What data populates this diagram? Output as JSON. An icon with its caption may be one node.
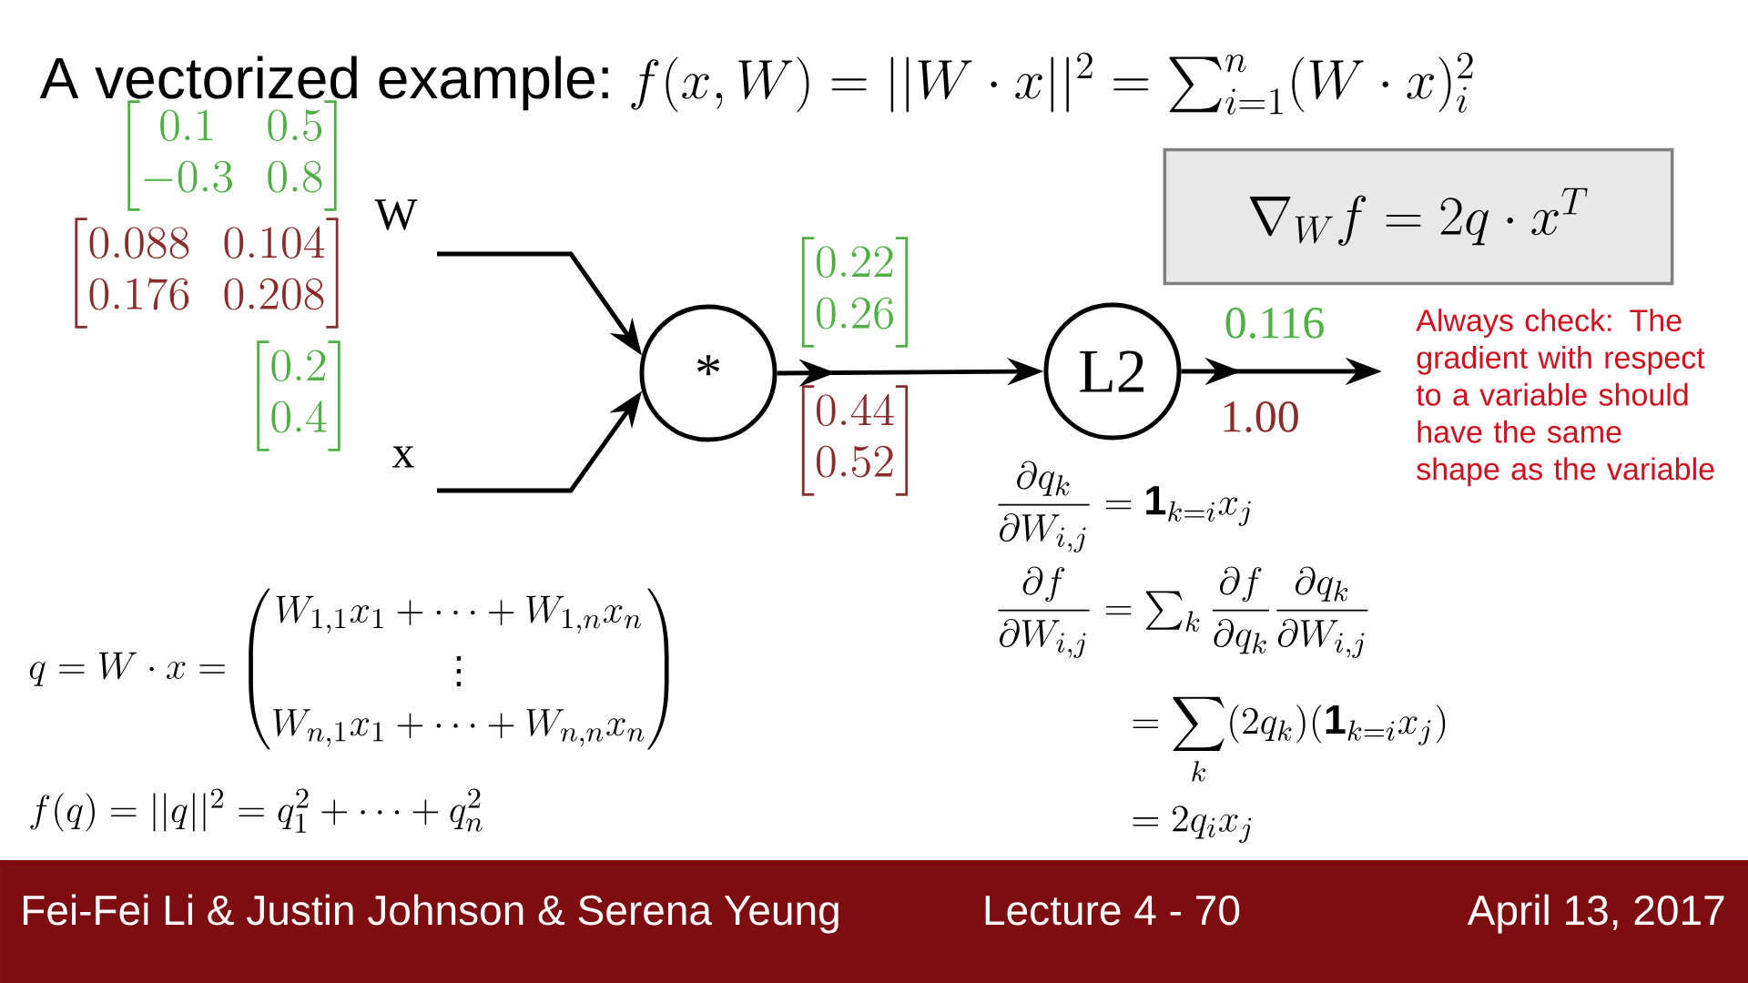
{
  "diagram": {
    "title": "A vectorized example:",
    "nodes": [
      {
        "text": [
          "W"
        ]
      },
      {
        "text": [
          "x"
        ]
      },
      {
        "text": [
          "*"
        ]
      },
      {
        "text": [
          "L2"
        ]
      },
      {
        "text": [
          "\\nabla_W f = 2q\\cdot x^T"
        ]
      }
    ],
    "edges": [
      {
        "from": 0,
        "to": 2,
        "arrow": "to"
      },
      {
        "from": 1,
        "to": 2,
        "arrow": "to"
      },
      {
        "from": 2,
        "to": 3,
        "arrow": "to"
      },
      {
        "from": 3,
        "to": null,
        "arrow": "to"
      }
    ],
    "labels": [
      "f(x,W) = ||W\\cdot x||^2 = \\sum_{i=1}^n (W\\cdot x)_i^2",
      "\\begin{bmatrix}0.1 & 0.5\\\\ -0.3 & 0.8\\end{bmatrix}",
      "\\begin{bmatrix}0.088 & 0.104\\\\ 0.176 & 0.208\\end{bmatrix}",
      "\\begin{bmatrix}0.22\\\\ 0.26\\end{bmatrix}",
      "0.116",
      "Always check: The gradient with respect to a variable should have the same shape as the variable",
      "\\begin{bmatrix}0.2\\\\ 0.4\\end{bmatrix}",
      "\\begin{bmatrix}0.44\\\\ 0.52\\end{bmatrix}",
      "1.00",
      "\\dfrac{\\partial q_k}{\\partial W_{i,j}} = \\mathbf{1}_{k=i}x_j",
      "q = W\\cdot x = \\begin{pmatrix} W_{1,1}x_1+\\cdots+W_{1,n}x_n\\\\ \\vdots \\\\ W_{n,1}x_1+\\cdots+W_{n,n}x_n\\end{pmatrix}",
      "\\dfrac{\\partial f}{\\partial W_{i,j}} = \\sum_k \\dfrac{\\partial f}{\\partial q_k}\\dfrac{\\partial q_k}{\\partial W_{i,j}}",
      "= \\sum\\limits_k (2q_k)(\\mathbf{1}_{k=i}x_j)",
      "f(q) = ||q||^2 = q_1^2+\\cdots+q_n^2",
      "= 2q_ix_j",
      "Fei-Fei Li & Justin Johnson & Serena Yeung",
      "Lecture 4 - 70",
      "April 13, 2017"
    ]
  }
}
